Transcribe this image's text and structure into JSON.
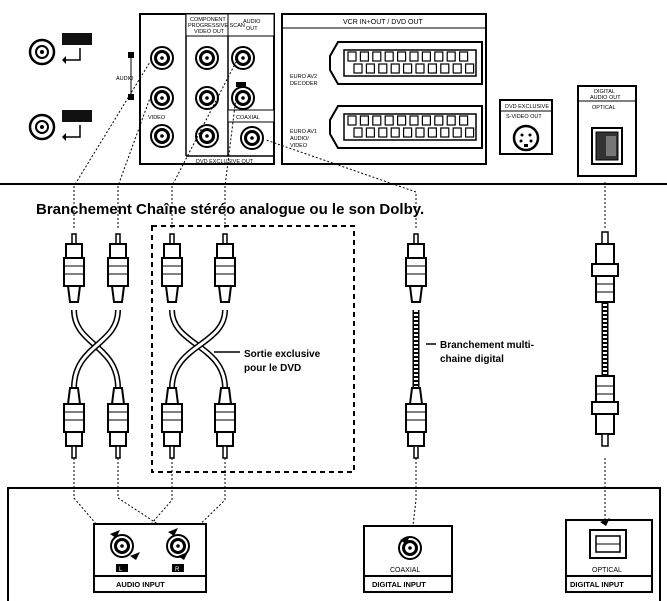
{
  "heading": "Branchement Chaîne stéréo analogue ou le son Dolby.",
  "dvd_exclusive_note": [
    "Sortie exclusive",
    "pour le DVD"
  ],
  "digital_note": [
    "Branchement multi-",
    "chaine digital"
  ],
  "panel_labels": {
    "audio": "AUDIO",
    "video": "VIDEO",
    "component": [
      "COMPONENT",
      "PROGRESSIVE SCAN",
      "VIDEO OUT"
    ],
    "audio_out": [
      "AUDIO",
      "OUT"
    ],
    "coaxial": "COAXIAL",
    "dvd_exclusive_out": "DVD EXCLUSIVE OUT",
    "scart_header": "VCR IN+OUT / DVD OUT",
    "euro_av2": [
      "EURO AV2",
      "DECODER"
    ],
    "euro_av1": [
      "EURO AV1",
      "AUDIO/",
      "VIDEO"
    ],
    "svideo_top": "DVD EXCLUSIVE",
    "svideo_out": "S-VIDEO OUT",
    "optical_top": [
      "DIGITAL",
      "AUDIO OUT"
    ],
    "optical_out": "OPTICAL"
  },
  "receiver_labels": {
    "audio_input": "AUDIO INPUT",
    "coaxial": "COAXIAL",
    "digital_input_coax": "DIGITAL INPUT",
    "optical": "OPTICAL",
    "digital_input_optical": "DIGITAL INPUT",
    "left_channel": "L",
    "right_channel": "R"
  },
  "colors": {
    "line": "#000000",
    "fill_dark": "#111111",
    "fill_light": "#ffffff"
  }
}
